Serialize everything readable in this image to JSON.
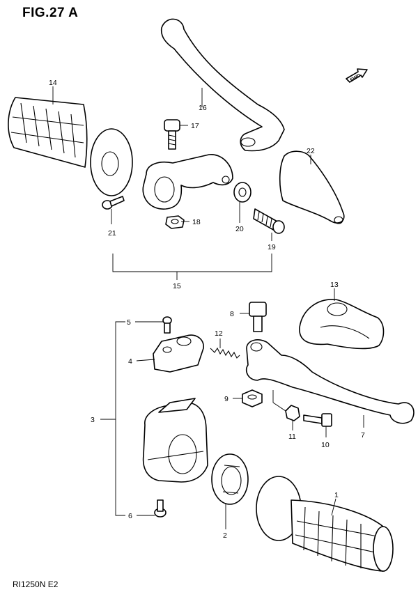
{
  "figure": {
    "title": "FIG.27 A",
    "footer": "RI1250N E2",
    "direction_badge": "FWD"
  },
  "callouts": {
    "c1": "1",
    "c2": "2",
    "c3": "3",
    "c4": "4",
    "c5": "5",
    "c6": "6",
    "c7": "7",
    "c8": "8",
    "c9": "9",
    "c10": "10",
    "c11": "11",
    "c12": "12",
    "c13": "13",
    "c14": "14",
    "c15": "15",
    "c16": "16",
    "c17": "17",
    "c18": "18",
    "c19": "19",
    "c20": "20",
    "c21": "21",
    "c22": "22"
  }
}
